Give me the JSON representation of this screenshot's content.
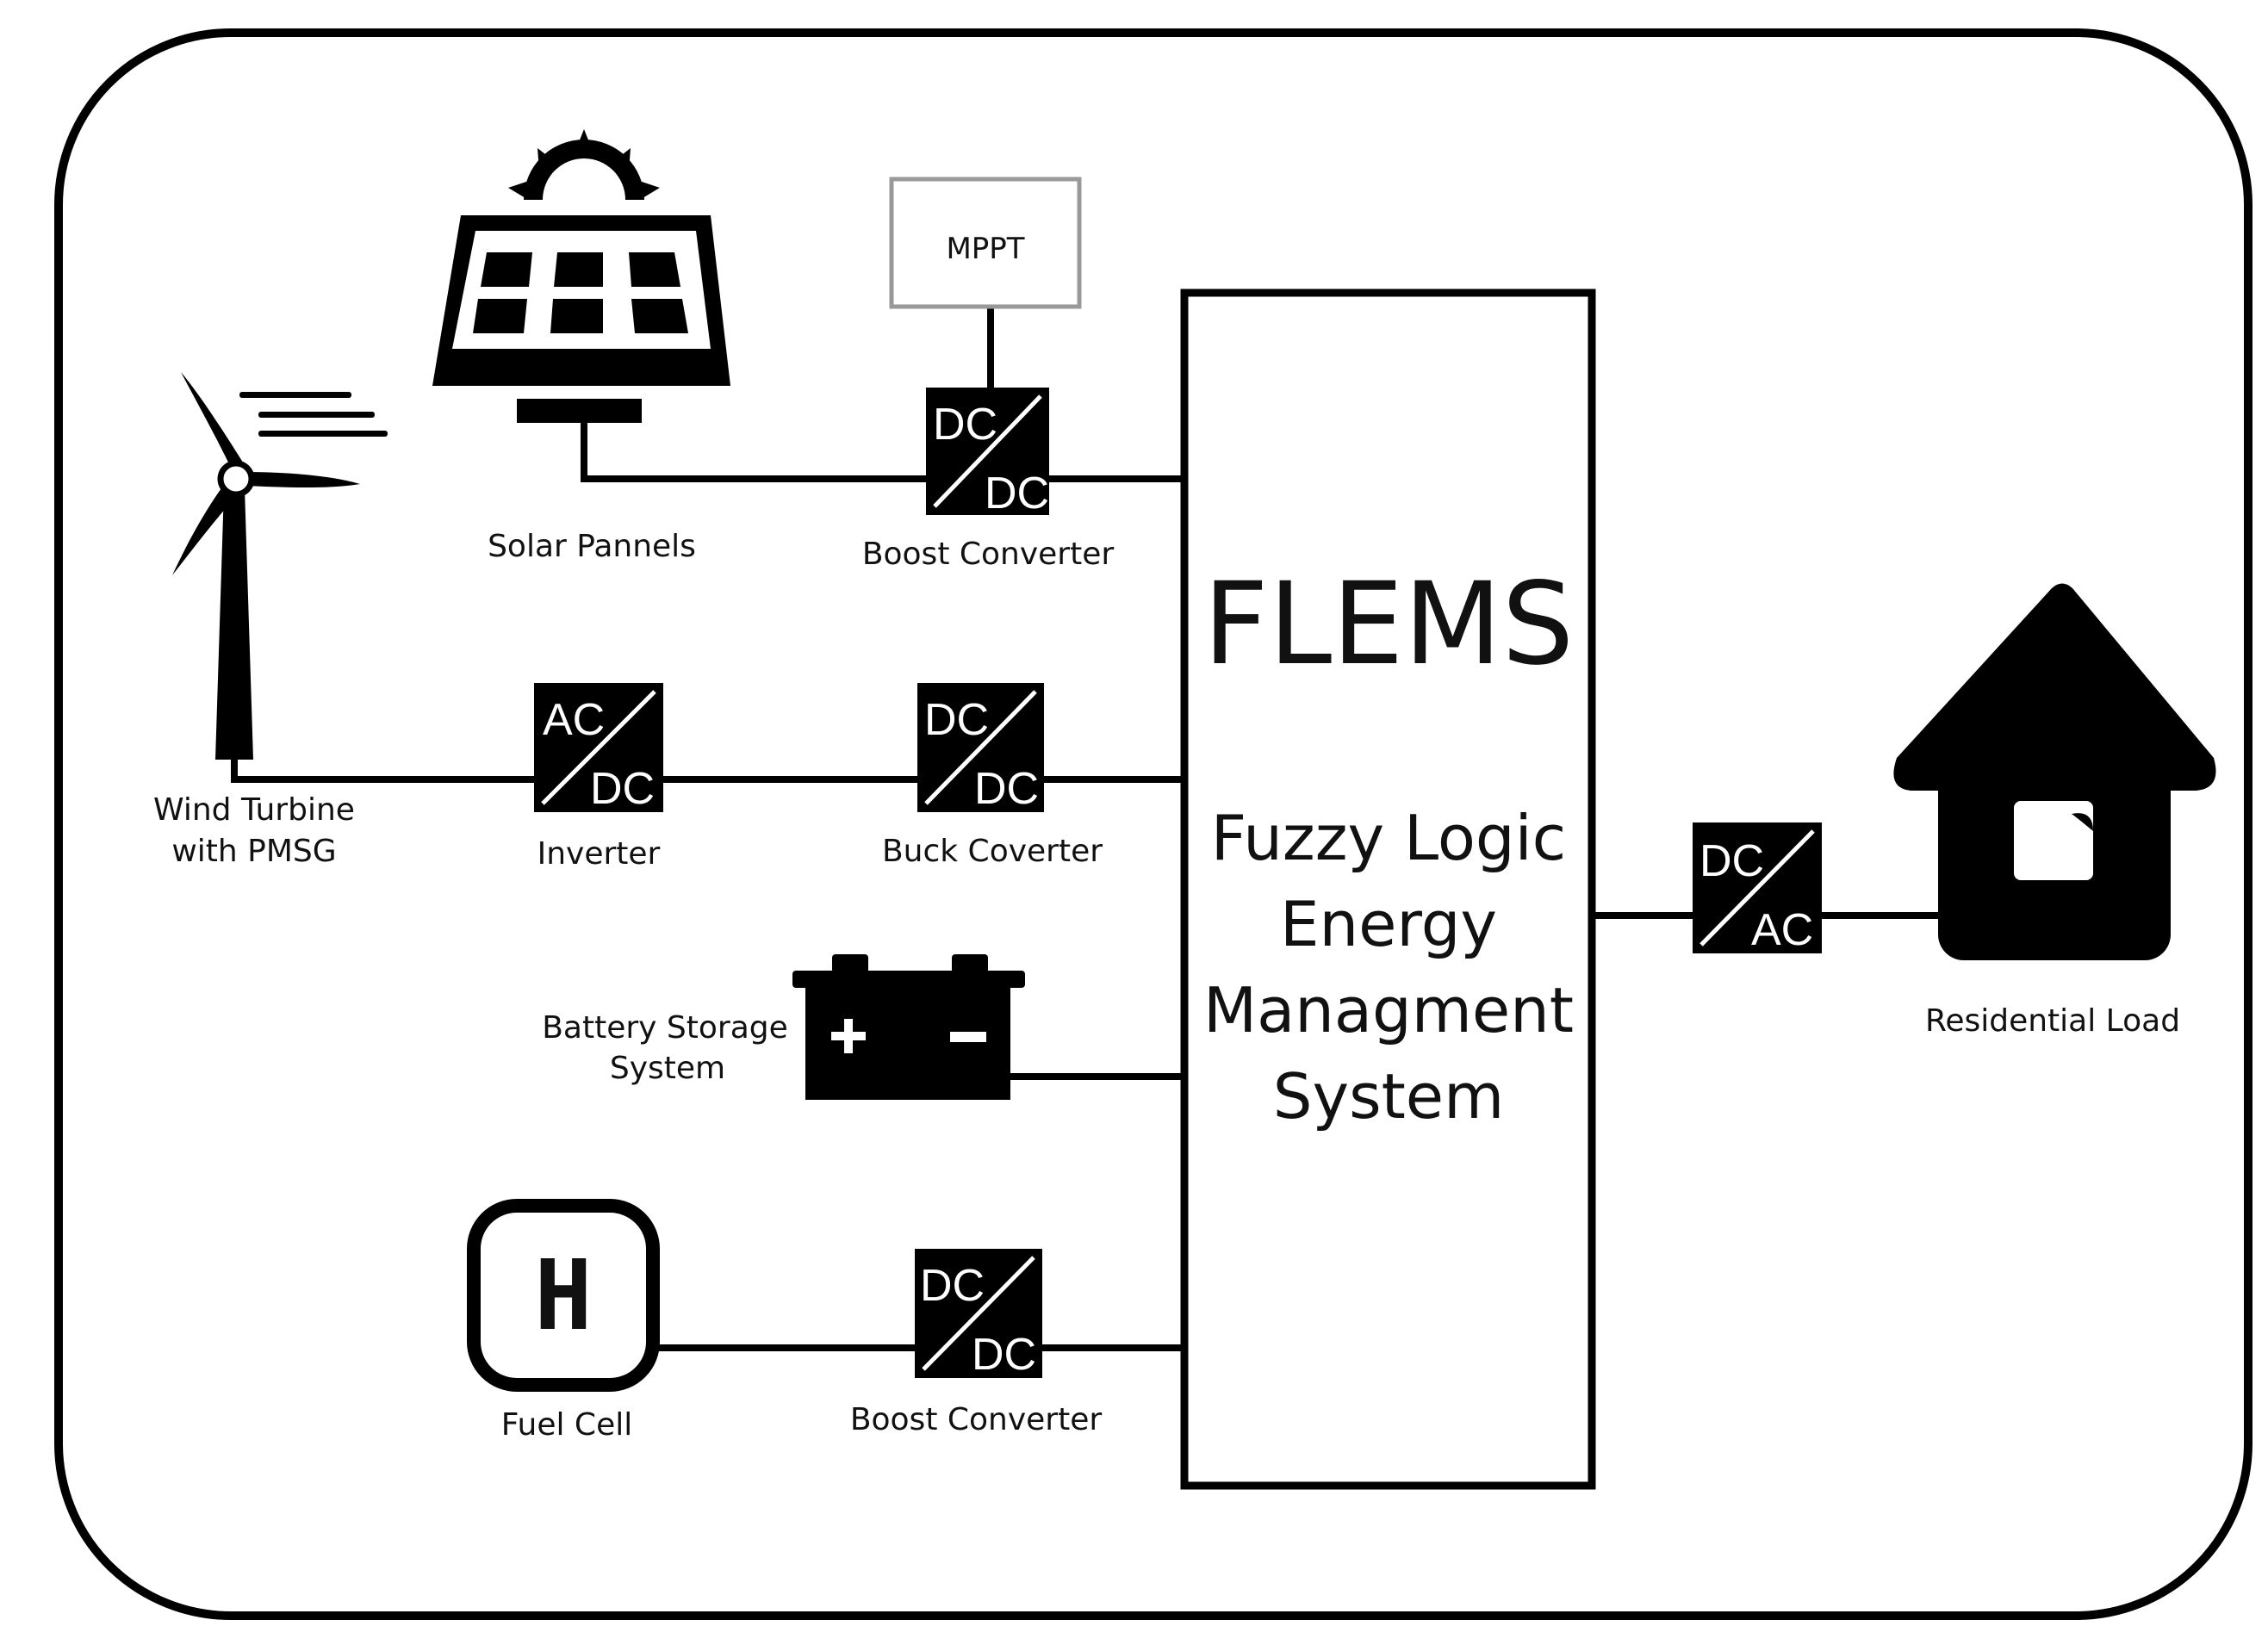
{
  "diagram": {
    "flems": {
      "title": "FLEMS",
      "subtitle_lines": [
        "Fuzzy Logic",
        "Energy",
        "Managment",
        "System"
      ]
    },
    "sources": {
      "solar": {
        "label": "Solar Pannels",
        "icon": "solar-panel-icon"
      },
      "wind": {
        "label_lines": [
          "Wind Turbine",
          "with PMSG"
        ],
        "icon": "wind-turbine-icon"
      },
      "battery": {
        "label_lines": [
          "Battery Storage",
          "System"
        ],
        "icon": "battery-icon"
      },
      "fuel_cell": {
        "label": "Fuel Cell",
        "symbol": "H",
        "icon": "hydrogen-fuel-cell-icon"
      },
      "load": {
        "label": "Residential Load",
        "icon": "house-icon"
      }
    },
    "controller": {
      "mppt": "MPPT"
    },
    "converters": {
      "solar_boost": {
        "top": "DC",
        "bottom": "DC",
        "label": "Boost Converter"
      },
      "wind_inverter": {
        "top": "AC",
        "bottom": "DC",
        "label": "Inverter"
      },
      "wind_buck": {
        "top": "DC",
        "bottom": "DC",
        "label": "Buck Coverter"
      },
      "fuel_boost": {
        "top": "DC",
        "bottom": "DC",
        "label": "Boost Converter"
      },
      "load_inverter": {
        "top": "DC",
        "bottom": "AC"
      }
    },
    "colors": {
      "line": "#000000",
      "fill": "#000000",
      "background": "#ffffff",
      "mppt_border": "#999999"
    }
  }
}
